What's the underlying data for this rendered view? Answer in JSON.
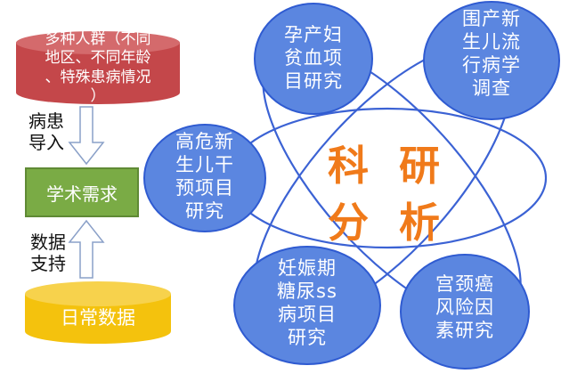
{
  "left": {
    "source_cylinder": "多种人群（不同地区、不同年龄、特殊患病情况）",
    "source_lines": [
      "多种人群（不同",
      "地区、不同年龄",
      "、特殊患病情况",
      "）"
    ],
    "arrow1_label": [
      "病患",
      "导入"
    ],
    "academic_box": "学术需求",
    "arrow2_label": [
      "数据",
      "支持"
    ],
    "data_cylinder": "日常数据"
  },
  "center": {
    "chars": [
      "科",
      "研",
      "分",
      "析"
    ]
  },
  "projects": [
    {
      "lines": [
        "孕产妇",
        "贫血项",
        "目研究"
      ]
    },
    {
      "lines": [
        "围产新",
        "生儿流",
        "行病学",
        "调查"
      ]
    },
    {
      "lines": [
        "高危新",
        "生儿干",
        "预项目",
        "研究"
      ]
    },
    {
      "lines": [
        "妊娠期",
        "糖尿ss",
        "病项目",
        "研究"
      ]
    },
    {
      "lines": [
        "宫颈癌",
        "风险因",
        "素研究"
      ]
    }
  ],
  "colors": {
    "circle_fill": "#5b86e0",
    "ellipse_stroke": "#3b62d4",
    "source_cylinder": "#c4474a",
    "data_cylinder": "#f4c20d",
    "academic_box": "#7aab45",
    "center_text": "#f07a1a"
  }
}
